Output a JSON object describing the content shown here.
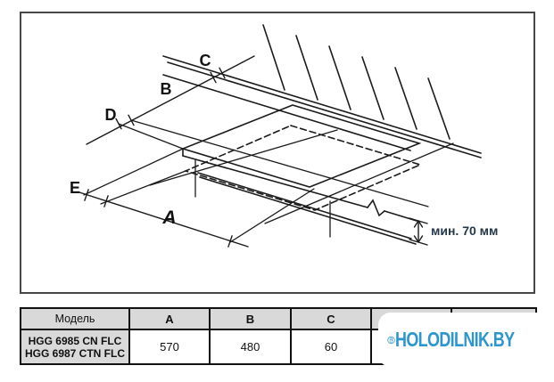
{
  "diagram": {
    "labels": {
      "a": "A",
      "b": "B",
      "c": "C",
      "d": "D",
      "e": "E"
    },
    "min_note": "мин. 70 мм",
    "note_color": "#25384a",
    "line_color": "#1b1b1b"
  },
  "table": {
    "headers": [
      "Модель",
      "A",
      "B",
      "C",
      "",
      ""
    ],
    "row": {
      "model_lines": [
        "HGG 6985 CN FLC",
        "HGG 6987 CTN FLC"
      ],
      "values": [
        "570",
        "480",
        "60",
        "",
        ""
      ]
    }
  },
  "watermark": {
    "text": "HOLODILNIK.BY",
    "color": "#2e96cf"
  }
}
